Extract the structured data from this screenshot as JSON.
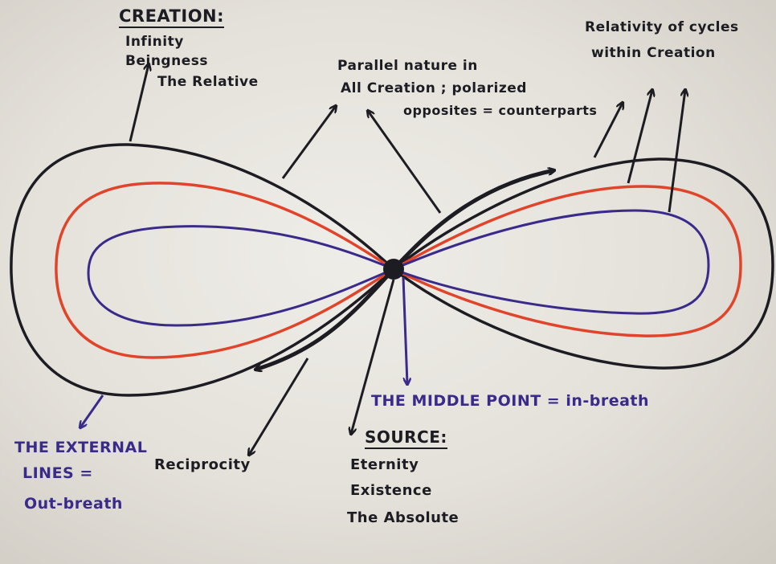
{
  "colors": {
    "paper": "#e9e6e0",
    "ink": "#1d1c22",
    "red": "#e0442a",
    "purple": "#3a2a8a"
  },
  "creation": {
    "heading": "CREATION:",
    "lines": [
      "Infinity",
      "Beingness",
      "The Relative"
    ]
  },
  "parallel": {
    "lines": [
      "Parallel nature in",
      "All Creation ; polarized",
      "opposites = counterparts"
    ]
  },
  "relativity": {
    "lines": [
      "Relativity of cycles",
      "within Creation"
    ]
  },
  "middle_point": "THE MIDDLE POINT = in-breath",
  "source": {
    "heading": "SOURCE:",
    "lines": [
      "Eternity",
      "Existence",
      "The Absolute"
    ]
  },
  "external": {
    "lines": [
      "THE EXTERNAL",
      "LINES =",
      "Out-breath"
    ]
  },
  "reciprocity": "Reciprocity"
}
